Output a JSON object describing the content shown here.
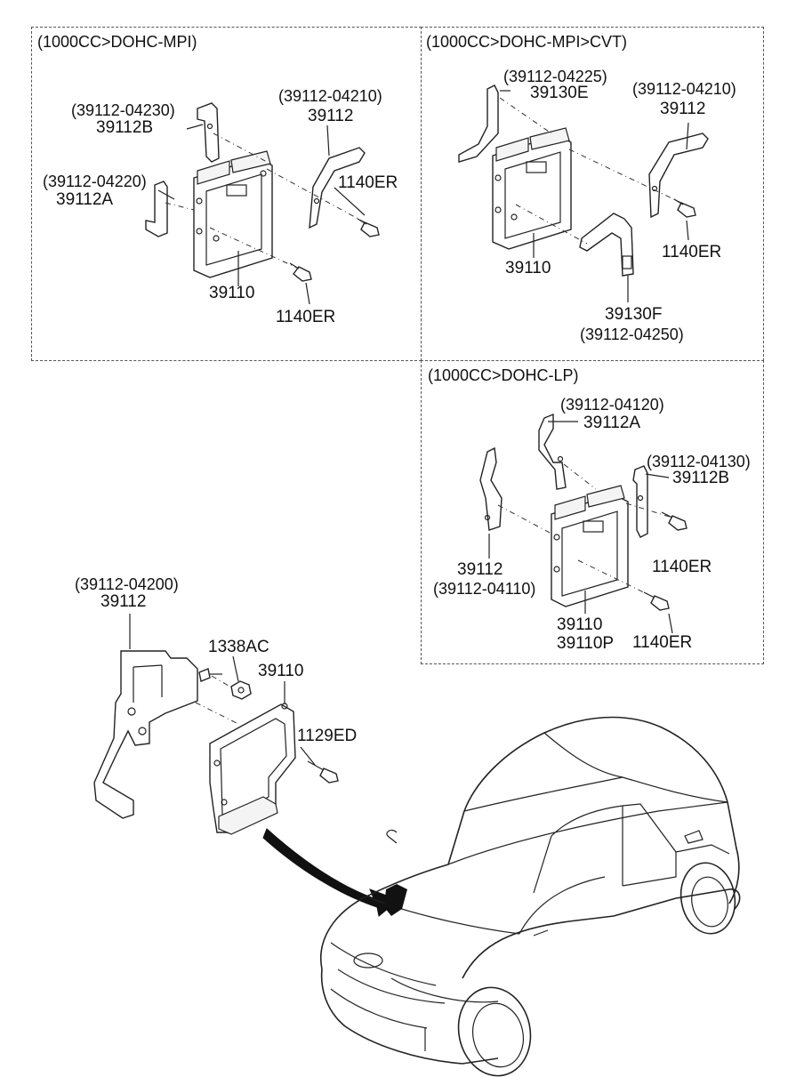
{
  "panels": {
    "mpi": {
      "heading": "(1000CC>DOHC-MPI)"
    },
    "cvt": {
      "heading": "(1000CC>DOHC-MPI>CVT)"
    },
    "lp": {
      "heading": "(1000CC>DOHC-LP)"
    }
  },
  "labels": {
    "mpi_39112b_code": "(39112-04230)",
    "mpi_39112b": "39112B",
    "mpi_39112a_code": "(39112-04220)",
    "mpi_39112a": "39112A",
    "mpi_39112_code": "(39112-04210)",
    "mpi_39112": "39112",
    "mpi_1140er_a": "1140ER",
    "mpi_39110": "39110",
    "mpi_1140er_b": "1140ER",
    "cvt_39130e_code": "(39112-04225)",
    "cvt_39130e": "39130E",
    "cvt_39112_code": "(39112-04210)",
    "cvt_39112": "39112",
    "cvt_1140er": "1140ER",
    "cvt_39110": "39110",
    "cvt_39130f": "39130F",
    "cvt_39130f_code": "(39112-04250)",
    "lp_39112a_code": "(39112-04120)",
    "lp_39112a": "39112A",
    "lp_39112b_code": "(39112-04130)",
    "lp_39112b": "39112B",
    "lp_1140er_a": "1140ER",
    "lp_39112": "39112",
    "lp_39112_code": "(39112-04110)",
    "lp_39110": "39110",
    "lp_39110p": "39110P",
    "lp_1140er_b": "1140ER",
    "main_39112_code": "(39112-04200)",
    "main_39112": "39112",
    "main_1338ac": "1338AC",
    "main_39110": "39110",
    "main_1129ed": "1129ED"
  }
}
